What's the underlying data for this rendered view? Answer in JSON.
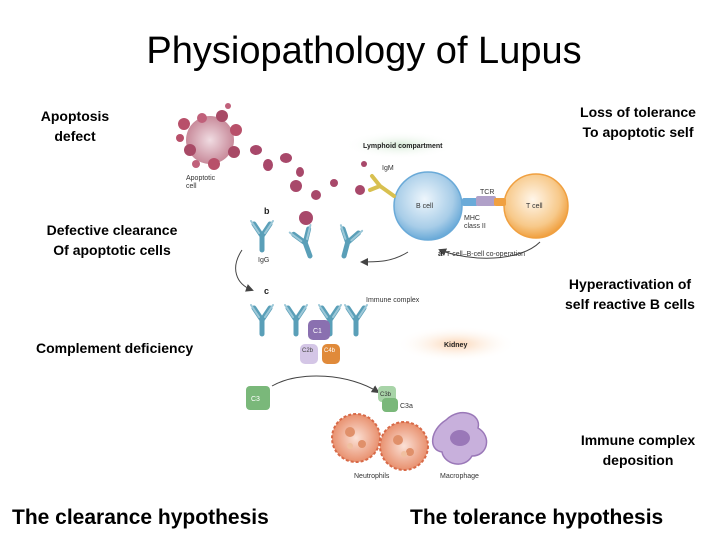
{
  "title": "Physiopathology of Lupus",
  "left_labels": {
    "apoptosis": [
      "Apoptosis",
      "defect"
    ],
    "clearance": [
      "Defective clearance",
      "Of apoptotic cells"
    ],
    "complement": "Complement deficiency"
  },
  "right_labels": {
    "tolerance": [
      "Loss of tolerance",
      "To apoptotic self"
    ],
    "hyperactivation": [
      "Hyperactivation of",
      "self reactive B cells"
    ],
    "immune_complex": [
      "Immune complex",
      "deposition"
    ]
  },
  "footer": {
    "left": "The clearance hypothesis",
    "right": "The tolerance hypothesis"
  },
  "figure": {
    "panel_b": "b",
    "panel_c": "c",
    "panel_a": "a",
    "apoptotic_cell": [
      "Apoptotic",
      "cell"
    ],
    "igg": "IgG",
    "igm": "IgM",
    "lymphoid": "Lymphoid compartment",
    "b_cell": "B cell",
    "t_cell": "T cell",
    "tcr": "TCR",
    "mhc": [
      "MHC",
      "class II"
    ],
    "cooperation": "T-cell–B-cell co-operation",
    "immune_complex": "Immune complex",
    "kidney": "Kidney",
    "c1": "C1",
    "c2b": "C2b",
    "c4b": "C4b",
    "c3": "C3",
    "c3b": "C3b",
    "c3a": "C3a",
    "neutrophils": "Neutrophils",
    "macrophage": "Macrophage"
  },
  "colors": {
    "antibody": "#5a9fb8",
    "bcell": "#6aaad8",
    "tcell": "#f0a040",
    "apoptotic": "#c0607a",
    "c1": "#8a70b0",
    "c4b": "#e08a3a",
    "c3": "#7ab87a",
    "neutrophil": "#e07858",
    "macrophage": "#9a78b8"
  }
}
